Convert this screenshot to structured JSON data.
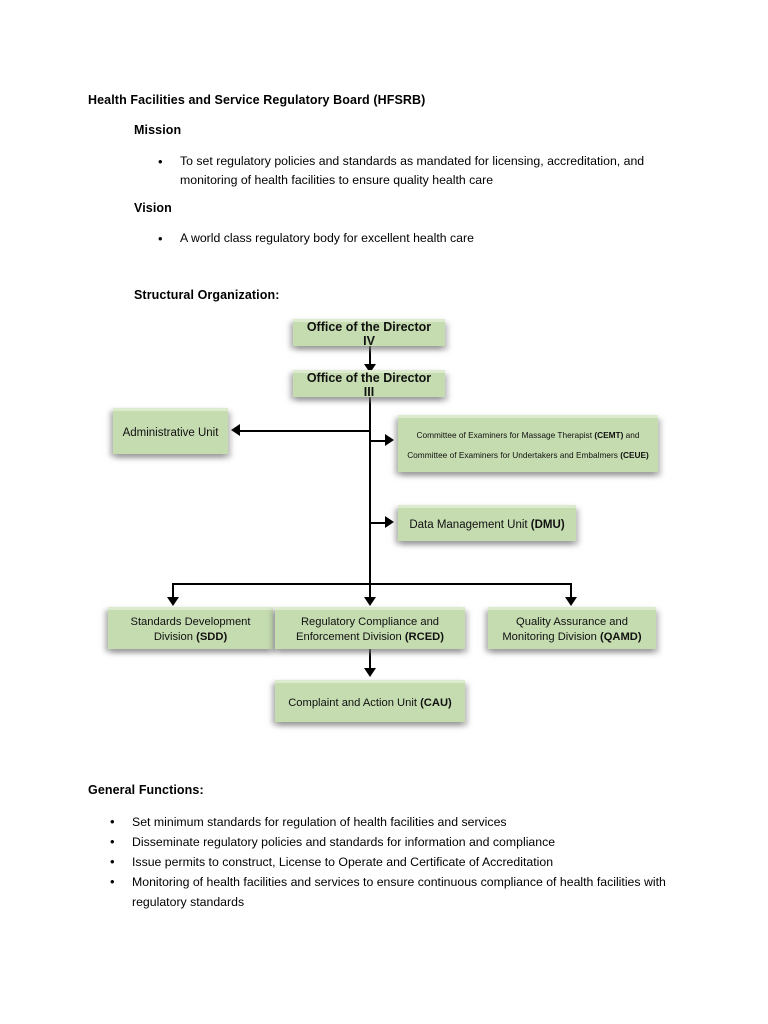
{
  "document": {
    "title": "Health Facilities and Service Regulatory Board (HFSRB)",
    "mission_heading": "Mission",
    "mission_bullets": [
      "To set regulatory policies and standards as mandated for licensing, accreditation, and monitoring of health facilities to ensure quality health care"
    ],
    "vision_heading": "Vision",
    "vision_bullets": [
      "A world class regulatory body for excellent health care"
    ],
    "structural_heading": "Structural Organization:",
    "general_heading": "General Functions:",
    "general_functions": [
      "Set minimum standards for regulation of health facilities and services",
      "Disseminate regulatory policies and standards for information and compliance",
      "Issue permits to construct, License to Operate and Certificate of Accreditation",
      "Monitoring of health facilities and services to ensure continuous compliance of health facilities with regulatory standards"
    ],
    "bullet_glyph": "•"
  },
  "chart_data": {
    "type": "diagram",
    "title": "Structural Organization",
    "node_fill_color": "#c5dcb0",
    "node_highlight_color": "#dcebcd",
    "connector_color": "#000000",
    "nodes": [
      {
        "id": "dir4",
        "label": "Office of the Director IV",
        "bold_suffix": ""
      },
      {
        "id": "dir3",
        "label": "Office of the Director III",
        "bold_suffix": ""
      },
      {
        "id": "admin",
        "label": "Administrative Unit",
        "bold_suffix": ""
      },
      {
        "id": "cemt",
        "label": "Committee of Examiners for Massage Therapist ",
        "bold_suffix": "(CEMT)",
        "label_tail": " and"
      },
      {
        "id": "ceue",
        "label": "Committee of Examiners for Undertakers and Embalmers ",
        "bold_suffix": "(CEUE)",
        "label_tail": ""
      },
      {
        "id": "dmu",
        "label": "Data Management Unit ",
        "bold_suffix": "(DMU)"
      },
      {
        "id": "sdd_l1",
        "label": "Standards Development",
        "bold_suffix": ""
      },
      {
        "id": "sdd_l2",
        "label": "Division ",
        "bold_suffix": "(SDD)"
      },
      {
        "id": "rced_l1",
        "label": "Regulatory Compliance and",
        "bold_suffix": ""
      },
      {
        "id": "rced_l2",
        "label": "Enforcement Division ",
        "bold_suffix": "(RCED)"
      },
      {
        "id": "qamd_l1",
        "label": "Quality Assurance and",
        "bold_suffix": ""
      },
      {
        "id": "qamd_l2",
        "label": "Monitoring Division ",
        "bold_suffix": "(QAMD)"
      },
      {
        "id": "cau",
        "label": "Complaint and Action Unit ",
        "bold_suffix": "(CAU)"
      }
    ],
    "edges": [
      {
        "from": "dir4",
        "to": "dir3",
        "direction": "down"
      },
      {
        "from": "dir3",
        "to": "admin",
        "direction": "left"
      },
      {
        "from": "dir3",
        "to": "cemt",
        "direction": "right"
      },
      {
        "from": "dir3",
        "to": "dmu",
        "direction": "right"
      },
      {
        "from": "dir3",
        "to": "sdd_l1",
        "direction": "down"
      },
      {
        "from": "dir3",
        "to": "rced_l1",
        "direction": "down"
      },
      {
        "from": "dir3",
        "to": "qamd_l1",
        "direction": "down"
      },
      {
        "from": "rced_l1",
        "to": "cau",
        "direction": "down"
      }
    ]
  }
}
